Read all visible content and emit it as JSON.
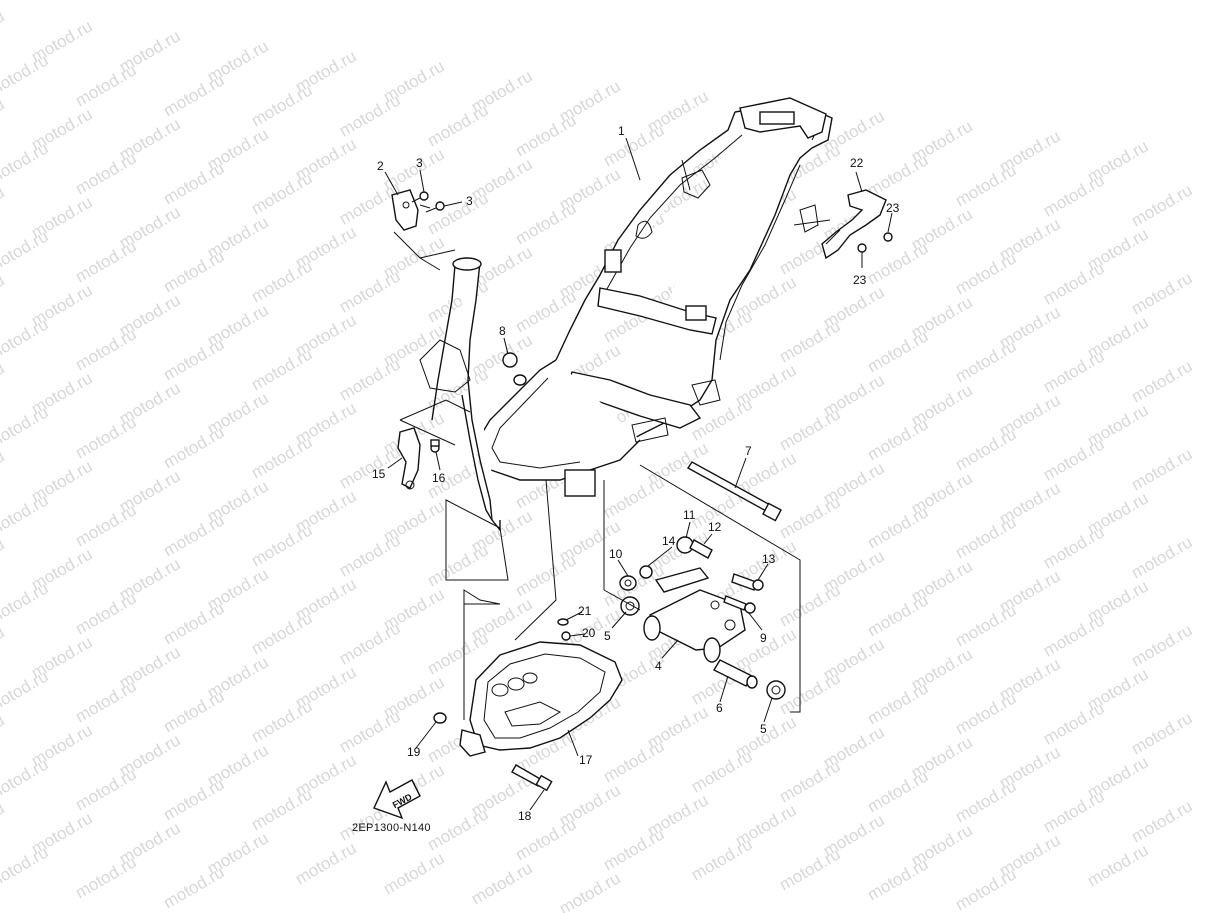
{
  "watermark": "motod.ru",
  "diagram_code": "2EP1300-N140",
  "fwd_label": "FWD",
  "callouts": [
    {
      "id": "c1",
      "text": "1"
    },
    {
      "id": "c2",
      "text": "2"
    },
    {
      "id": "c3a",
      "text": "3"
    },
    {
      "id": "c3b",
      "text": "3"
    },
    {
      "id": "c4",
      "text": "4"
    },
    {
      "id": "c5a",
      "text": "5"
    },
    {
      "id": "c5b",
      "text": "5"
    },
    {
      "id": "c6",
      "text": "6"
    },
    {
      "id": "c7",
      "text": "7"
    },
    {
      "id": "c8",
      "text": "8"
    },
    {
      "id": "c9",
      "text": "9"
    },
    {
      "id": "c10",
      "text": "10"
    },
    {
      "id": "c11",
      "text": "11"
    },
    {
      "id": "c12",
      "text": "12"
    },
    {
      "id": "c13",
      "text": "13"
    },
    {
      "id": "c14",
      "text": "14"
    },
    {
      "id": "c15",
      "text": "15"
    },
    {
      "id": "c16",
      "text": "16"
    },
    {
      "id": "c17",
      "text": "17"
    },
    {
      "id": "c18",
      "text": "18"
    },
    {
      "id": "c19",
      "text": "19"
    },
    {
      "id": "c20",
      "text": "20"
    },
    {
      "id": "c21",
      "text": "21"
    },
    {
      "id": "c22",
      "text": "22"
    },
    {
      "id": "c23a",
      "text": "23"
    },
    {
      "id": "c23b",
      "text": "23"
    }
  ]
}
